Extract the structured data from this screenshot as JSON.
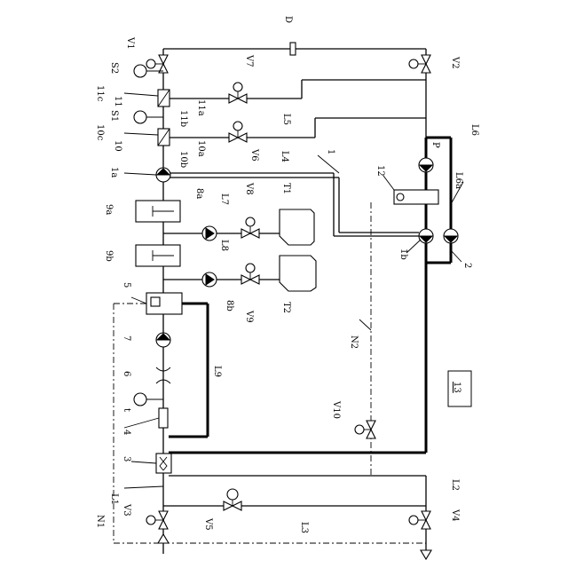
{
  "labels": {
    "D": "D",
    "V1": "V1",
    "V2": "V2",
    "V3": "V3",
    "V4": "V4",
    "V5": "V5",
    "V6": "V6",
    "V7": "V7",
    "V8": "V8",
    "V9": "V9",
    "V10": "V10",
    "S1": "S1",
    "S2": "S2",
    "n11": "11",
    "n11a": "11a",
    "n11b": "11b",
    "n11c": "11c",
    "n10": "10",
    "n10a": "10a",
    "n10b": "10b",
    "n10c": "10c",
    "n1": "1",
    "n1a": "1a",
    "n1b": "1b",
    "n2": "2",
    "n3": "3",
    "n4": "4",
    "n5": "5",
    "n6": "6",
    "n7": "7",
    "n8a": "8a",
    "n8b": "8b",
    "n9a": "9a",
    "n9b": "9b",
    "n12": "12",
    "t": "t",
    "P": "P",
    "T1": "T1",
    "T2": "T2",
    "L1": "L1",
    "L2": "L2",
    "L3": "L3",
    "L4": "L4",
    "L5": "L5",
    "L6": "L6",
    "L6a": "L6a",
    "L7": "L7",
    "L8": "L8",
    "L9": "L9",
    "N1": "N1",
    "N2": "N2",
    "n13": "13"
  }
}
